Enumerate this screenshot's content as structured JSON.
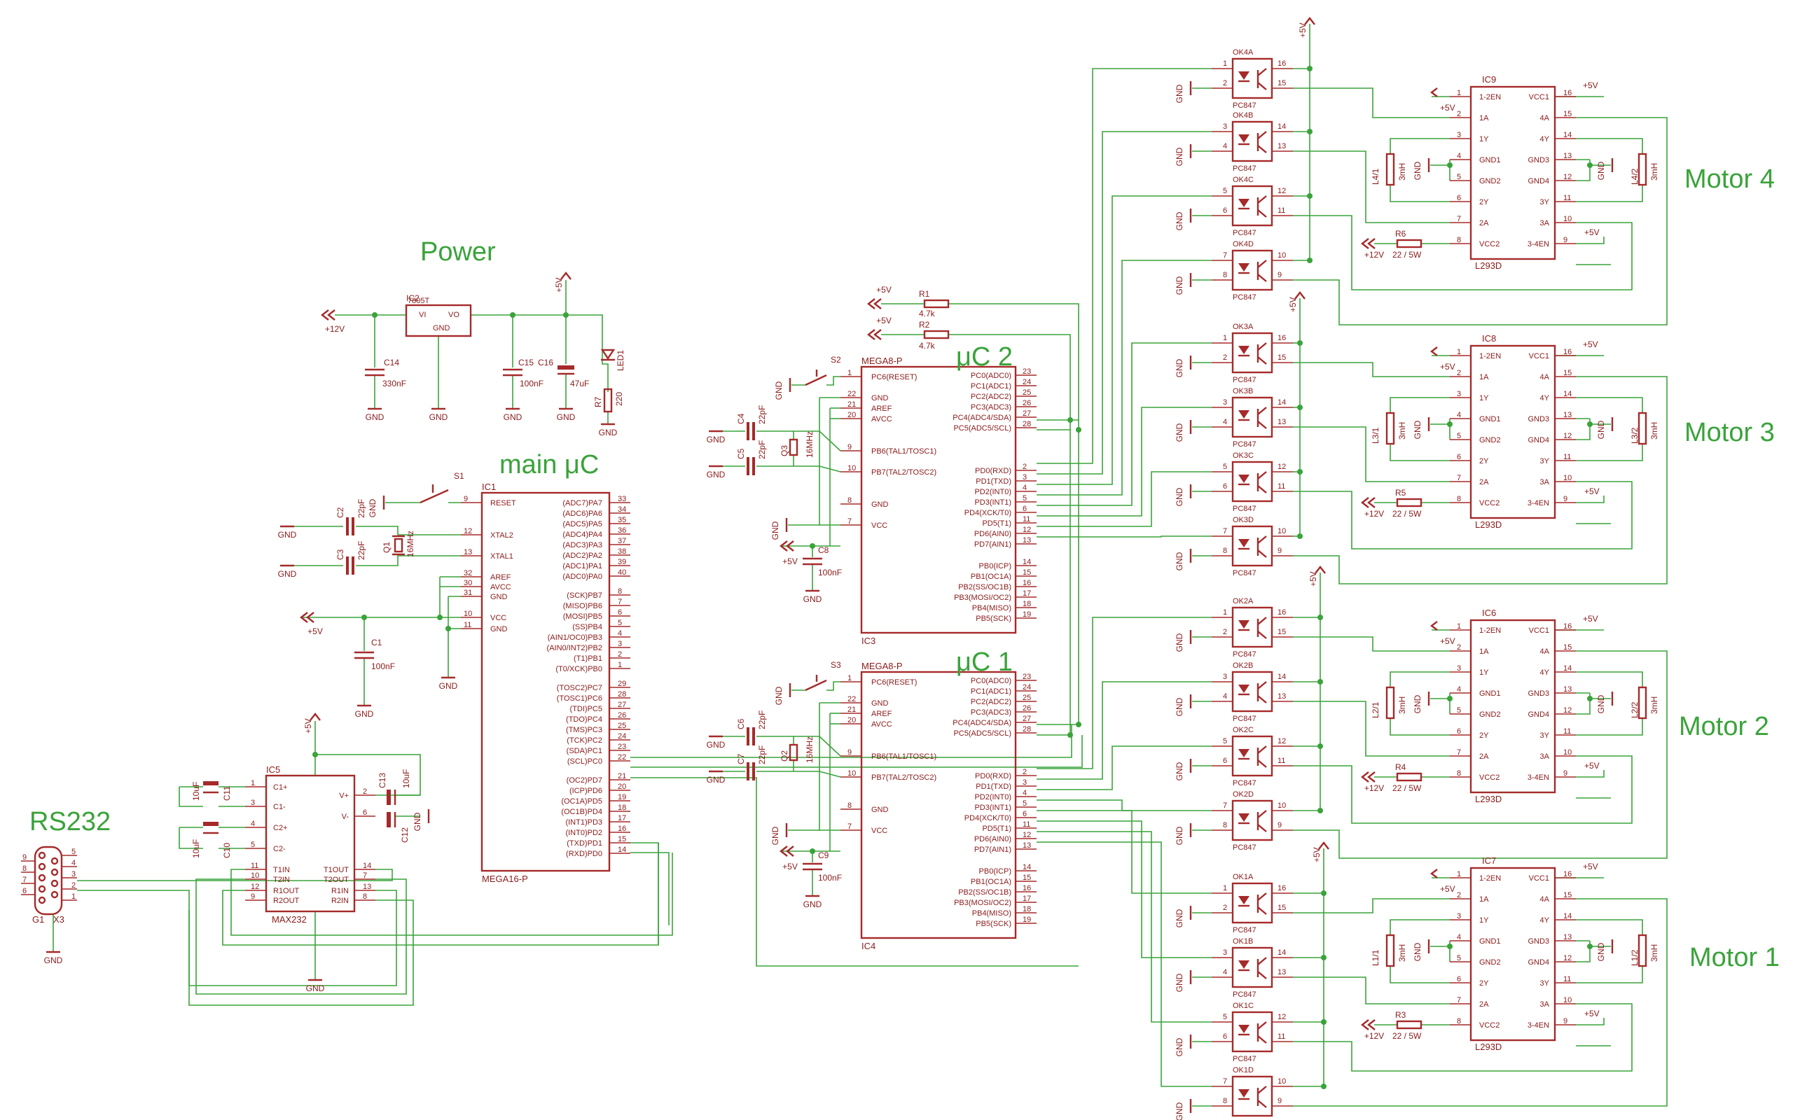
{
  "sections": {
    "power": "Power",
    "main_uc": "main μC",
    "uc2": "μC 2",
    "uc1": "μC 1",
    "rs232": "RS232",
    "motor4": "Motor 4",
    "motor3": "Motor 3",
    "motor2": "Motor 2",
    "motor1": "Motor 1"
  },
  "nets": {
    "vcc": "+5V",
    "v12": "+12V",
    "gnd": "GND"
  },
  "power": {
    "ic2": "IC2",
    "ic2_type": "7805T",
    "vi": "VI",
    "vo": "VO",
    "ic_gnd": "GND",
    "c14": "C14",
    "c14_val": "330nF",
    "c15": "C15",
    "c15_val": "100nF",
    "c16": "C16",
    "c16_val": "47uF",
    "led": "LED1",
    "r7": "R7",
    "r7_val": "220"
  },
  "ic1": {
    "name": "IC1",
    "type": "MEGA16-P",
    "s1": "S1",
    "c2": "C2",
    "c3": "C3",
    "cap_val": "22pF",
    "q1": "Q1",
    "q1_val": "16MHz",
    "c1": "C1",
    "c1_val": "100nF",
    "left_pins": [
      {
        "name": "RESET",
        "num": "9"
      },
      {
        "name": "XTAL2",
        "num": "12"
      },
      {
        "name": "XTAL1",
        "num": "13"
      },
      {
        "name": "AREF",
        "num": "32"
      },
      {
        "name": "AVCC",
        "num": "30"
      },
      {
        "name": "GND",
        "num": "31"
      },
      {
        "name": "VCC",
        "num": "10"
      },
      {
        "name": "GND",
        "num": "11"
      }
    ],
    "right_pins": [
      {
        "name": "(ADC7)PA7",
        "num": "33"
      },
      {
        "name": "(ADC6)PA6",
        "num": "34"
      },
      {
        "name": "(ADC5)PA5",
        "num": "35"
      },
      {
        "name": "(ADC4)PA4",
        "num": "36"
      },
      {
        "name": "(ADC3)PA3",
        "num": "37"
      },
      {
        "name": "(ADC2)PA2",
        "num": "38"
      },
      {
        "name": "(ADC1)PA1",
        "num": "39"
      },
      {
        "name": "(ADC0)PA0",
        "num": "40"
      },
      {
        "name": "(SCK)PB7",
        "num": "8"
      },
      {
        "name": "(MISO)PB6",
        "num": "7"
      },
      {
        "name": "(MOSI)PB5",
        "num": "6"
      },
      {
        "name": "(SS)PB4",
        "num": "5"
      },
      {
        "name": "(AIN1/OC0)PB3",
        "num": "4"
      },
      {
        "name": "(AIN0/INT2)PB2",
        "num": "3"
      },
      {
        "name": "(T1)PB1",
        "num": "2"
      },
      {
        "name": "(T0/XCK)PB0",
        "num": "1"
      },
      {
        "name": "(TOSC2)PC7",
        "num": "29"
      },
      {
        "name": "(TOSC1)PC6",
        "num": "28"
      },
      {
        "name": "(TDI)PC5",
        "num": "27"
      },
      {
        "name": "(TDO)PC4",
        "num": "26"
      },
      {
        "name": "(TMS)PC3",
        "num": "25"
      },
      {
        "name": "(TCK)PC2",
        "num": "24"
      },
      {
        "name": "(SDA)PC1",
        "num": "23"
      },
      {
        "name": "(SCL)PC0",
        "num": "22"
      },
      {
        "name": "(OC2)PD7",
        "num": "21"
      },
      {
        "name": "(ICP)PD6",
        "num": "20"
      },
      {
        "name": "(OC1A)PD5",
        "num": "19"
      },
      {
        "name": "(OC1B)PD4",
        "num": "18"
      },
      {
        "name": "(INT1)PD3",
        "num": "17"
      },
      {
        "name": "(INT0)PD2",
        "num": "16"
      },
      {
        "name": "(TXD)PD1",
        "num": "15"
      },
      {
        "name": "(RXD)PD0",
        "num": "14"
      }
    ]
  },
  "ic3": {
    "name": "IC3",
    "type": "MEGA8-P",
    "s": "S2",
    "ca": "C4",
    "cb": "C5",
    "cap_val": "22pF",
    "q": "Q3",
    "q_val": "16MHz",
    "cc": "C8",
    "cc_val": "100nF",
    "r1": "R1",
    "r2": "R2",
    "r_val": "4.7k"
  },
  "ic4": {
    "name": "IC4",
    "type": "MEGA8-P",
    "s": "S3",
    "ca": "C6",
    "cb": "C7",
    "cap_val": "22pF",
    "q": "Q2",
    "q_val": "16MHz",
    "cc": "C9",
    "cc_val": "100nF"
  },
  "mega8": {
    "left_pins": [
      {
        "name": "PC6(RESET)",
        "num": "1"
      },
      {
        "name": "GND",
        "num": "22"
      },
      {
        "name": "AREF",
        "num": "21"
      },
      {
        "name": "AVCC",
        "num": "20"
      },
      {
        "name": "PB6(TAL1/TOSC1)",
        "num": "9"
      },
      {
        "name": "PB7(TAL2/TOSC2)",
        "num": "10"
      },
      {
        "name": "GND",
        "num": "8"
      },
      {
        "name": "VCC",
        "num": "7"
      }
    ],
    "right_pins": [
      {
        "name": "PC0(ADC0)",
        "num": "23"
      },
      {
        "name": "PC1(ADC1)",
        "num": "24"
      },
      {
        "name": "PC2(ADC2)",
        "num": "25"
      },
      {
        "name": "PC3(ADC3)",
        "num": "26"
      },
      {
        "name": "PC4(ADC4/SDA)",
        "num": "27"
      },
      {
        "name": "PC5(ADC5/SCL)",
        "num": "28"
      },
      {
        "name": "PD0(RXD)",
        "num": "2"
      },
      {
        "name": "PD1(TXD)",
        "num": "3"
      },
      {
        "name": "PD2(INT0)",
        "num": "4"
      },
      {
        "name": "PD3(INT1)",
        "num": "5"
      },
      {
        "name": "PD4(XCK/T0)",
        "num": "6"
      },
      {
        "name": "PD5(T1)",
        "num": "11"
      },
      {
        "name": "PD6(AIN0)",
        "num": "12"
      },
      {
        "name": "PD7(AIN1)",
        "num": "13"
      },
      {
        "name": "PB0(ICP)",
        "num": "14"
      },
      {
        "name": "PB1(OC1A)",
        "num": "15"
      },
      {
        "name": "PB2(SS/OC1B)",
        "num": "16"
      },
      {
        "name": "PB3(MOSI/OC2)",
        "num": "17"
      },
      {
        "name": "PB4(MISO)",
        "num": "18"
      },
      {
        "name": "PB5(SCK)",
        "num": "19"
      }
    ]
  },
  "ic5": {
    "name": "IC5",
    "type": "MAX232",
    "caps": [
      "C11",
      "C10",
      "C13",
      "C12"
    ],
    "cap_val": "10uF",
    "left_pins": [
      {
        "name": "C1+",
        "num": "1"
      },
      {
        "name": "C1-",
        "num": "3"
      },
      {
        "name": "C2+",
        "num": "4"
      },
      {
        "name": "C2-",
        "num": "5"
      },
      {
        "name": "T1IN",
        "num": "11"
      },
      {
        "name": "T2IN",
        "num": "10"
      },
      {
        "name": "R1OUT",
        "num": "12"
      },
      {
        "name": "R2OUT",
        "num": "9"
      }
    ],
    "right_pins": [
      {
        "name": "V+",
        "num": "2"
      },
      {
        "name": "V-",
        "num": "6"
      },
      {
        "name": "T1OUT",
        "num": "14"
      },
      {
        "name": "T2OUT",
        "num": "7"
      },
      {
        "name": "R1IN",
        "num": "13"
      },
      {
        "name": "R2IN",
        "num": "8"
      }
    ]
  },
  "connector": {
    "g1": "G1",
    "x3": "X3",
    "pins": [
      "5",
      "9",
      "4",
      "8",
      "3",
      "7",
      "2",
      "6",
      "1"
    ]
  },
  "motors": [
    {
      "ic": "IC9",
      "ok": [
        "OK4A",
        "OK4B",
        "OK4C",
        "OK4D"
      ],
      "r": "R6",
      "l1": "L4/1",
      "l2": "L4/2"
    },
    {
      "ic": "IC8",
      "ok": [
        "OK3A",
        "OK3B",
        "OK3C",
        "OK3D"
      ],
      "r": "R5",
      "l1": "L3/1",
      "l2": "L3/2"
    },
    {
      "ic": "IC6",
      "ok": [
        "OK2A",
        "OK2B",
        "OK2C",
        "OK2D"
      ],
      "r": "R4",
      "l1": "L2/1",
      "l2": "L2/2"
    },
    {
      "ic": "IC7",
      "ok": [
        "OK1A",
        "OK1B",
        "OK1C",
        "OK1D"
      ],
      "r": "R3",
      "l1": "L1/1",
      "l2": "L1/2"
    }
  ],
  "l293": {
    "type": "L293D",
    "r_val": "22 / 5W",
    "coil_val": "3mH",
    "ok_type": "PC847",
    "left_pins": [
      {
        "name": "1-2EN",
        "num": "1"
      },
      {
        "name": "1A",
        "num": "2"
      },
      {
        "name": "1Y",
        "num": "3"
      },
      {
        "name": "GND1",
        "num": "4"
      },
      {
        "name": "GND2",
        "num": "5"
      },
      {
        "name": "2Y",
        "num": "6"
      },
      {
        "name": "2A",
        "num": "7"
      },
      {
        "name": "VCC2",
        "num": "8"
      }
    ],
    "right_pins": [
      {
        "name": "VCC1",
        "num": "16"
      },
      {
        "name": "4A",
        "num": "15"
      },
      {
        "name": "4Y",
        "num": "14"
      },
      {
        "name": "GND3",
        "num": "13"
      },
      {
        "name": "GND4",
        "num": "12"
      },
      {
        "name": "3Y",
        "num": "11"
      },
      {
        "name": "3A",
        "num": "10"
      },
      {
        "name": "3-4EN",
        "num": "9"
      }
    ],
    "ok_pins": [
      [
        "1",
        "2",
        "16",
        "15"
      ],
      [
        "3",
        "4",
        "14",
        "13"
      ],
      [
        "5",
        "6",
        "12",
        "11"
      ],
      [
        "7",
        "8",
        "10",
        "9"
      ]
    ]
  },
  "colors": {
    "part": "#a52a2a",
    "wire": "#3aa33a",
    "text": "#8b1a1a",
    "title": "#3aa33a"
  }
}
